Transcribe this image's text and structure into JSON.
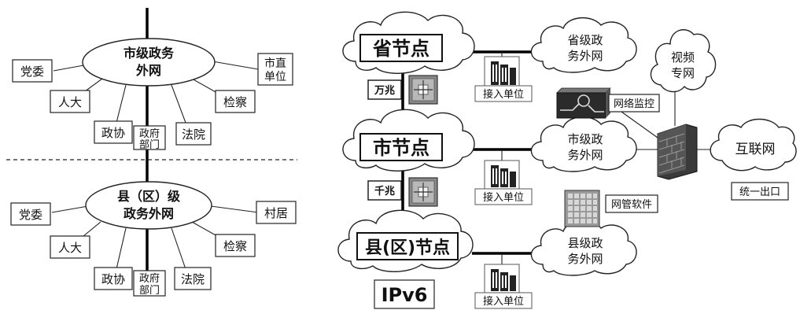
{
  "left": {
    "city": {
      "title_line1": "市级政务",
      "title_line2": "外网",
      "nodes": {
        "party": "党委",
        "npc": "人大",
        "cppcc": "政协",
        "gov_line1": "政府",
        "gov_line2": "部门",
        "court": "法院",
        "procuratorate": "检察",
        "direct_line1": "市直",
        "direct_line2": "单位"
      }
    },
    "county": {
      "title_line1": "县（区）级",
      "title_line2": "政务外网",
      "nodes": {
        "party": "党委",
        "npc": "人大",
        "cppcc": "政协",
        "gov_line1": "政府",
        "gov_line2": "部门",
        "court": "法院",
        "procuratorate": "检察",
        "village": "村居"
      }
    }
  },
  "right": {
    "province_node": "省节点",
    "city_node": "市节点",
    "county_node": "县(区)节点",
    "link_10g": "万兆",
    "link_1g": "千兆",
    "access_unit": "接入单位",
    "prov_net_line1": "省级政",
    "prov_net_line2": "务外网",
    "city_net_line1": "市级政",
    "city_net_line2": "务外网",
    "county_net_line1": "县级政",
    "county_net_line2": "务外网",
    "video_line1": "视频",
    "video_line2": "专网",
    "monitor": "网络监控",
    "nms": "网管软件",
    "internet": "互联网",
    "unified_exit": "统一出口",
    "ipv6": "IPv6"
  }
}
